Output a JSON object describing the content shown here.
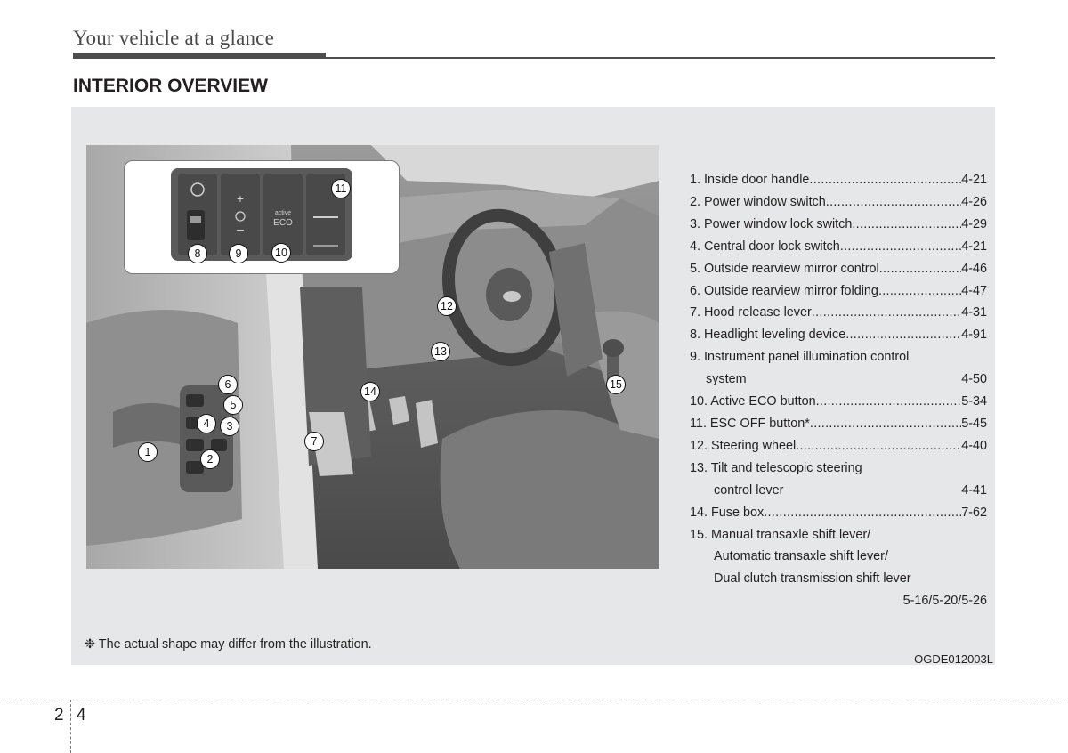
{
  "header": {
    "running_title": "Your vehicle at a glance"
  },
  "section_title": "INTERIOR OVERVIEW",
  "callouts": [
    "1",
    "2",
    "3",
    "4",
    "5",
    "6",
    "7",
    "8",
    "9",
    "10",
    "11",
    "12",
    "13",
    "14",
    "15"
  ],
  "inset_labels": {
    "eco_small": "active",
    "eco_big": "ECO"
  },
  "legend": {
    "i1": {
      "label": "1. Inside door handle ",
      "page": "4-21"
    },
    "i2": {
      "label": "2. Power window switch ",
      "page": "4-26"
    },
    "i3": {
      "label": "3. Power window lock switch",
      "page": "4-29"
    },
    "i4": {
      "label": "4. Central door lock switch ",
      "page": "4-21"
    },
    "i5": {
      "label": "5. Outside rearview mirror control",
      "page": "4-46"
    },
    "i6": {
      "label": "6. Outside rearview mirror folding",
      "page": "4-47"
    },
    "i7": {
      "label": "7. Hood release lever ",
      "page": "4-31"
    },
    "i8": {
      "label": "8. Headlight leveling device ",
      "page": "4-91"
    },
    "i9": {
      "label": "9. Instrument panel illumination control",
      "cont": "system",
      "page": "4-50"
    },
    "i10": {
      "label": "10. Active ECO button ",
      "page": "5-34"
    },
    "i11": {
      "label": "11. ESC OFF button* ",
      "page": "5-45"
    },
    "i12": {
      "label": "12. Steering wheel ",
      "page": "4-40"
    },
    "i13": {
      "label": "13. Tilt and telescopic steering",
      "cont": "control lever",
      "page": "4-41"
    },
    "i14": {
      "label": "14. Fuse box ",
      "page": "7-62"
    },
    "i15": {
      "label": "15. Manual transaxle shift lever/",
      "line2": "Automatic transaxle shift lever/",
      "line3": "Dual clutch transmission shift lever",
      "page": "5-16/5-20/5-26"
    }
  },
  "note": "❉ The actual shape may differ from the illustration.",
  "image_code": "OGDE012003L",
  "footer": {
    "chapter": "2",
    "page": "4"
  }
}
